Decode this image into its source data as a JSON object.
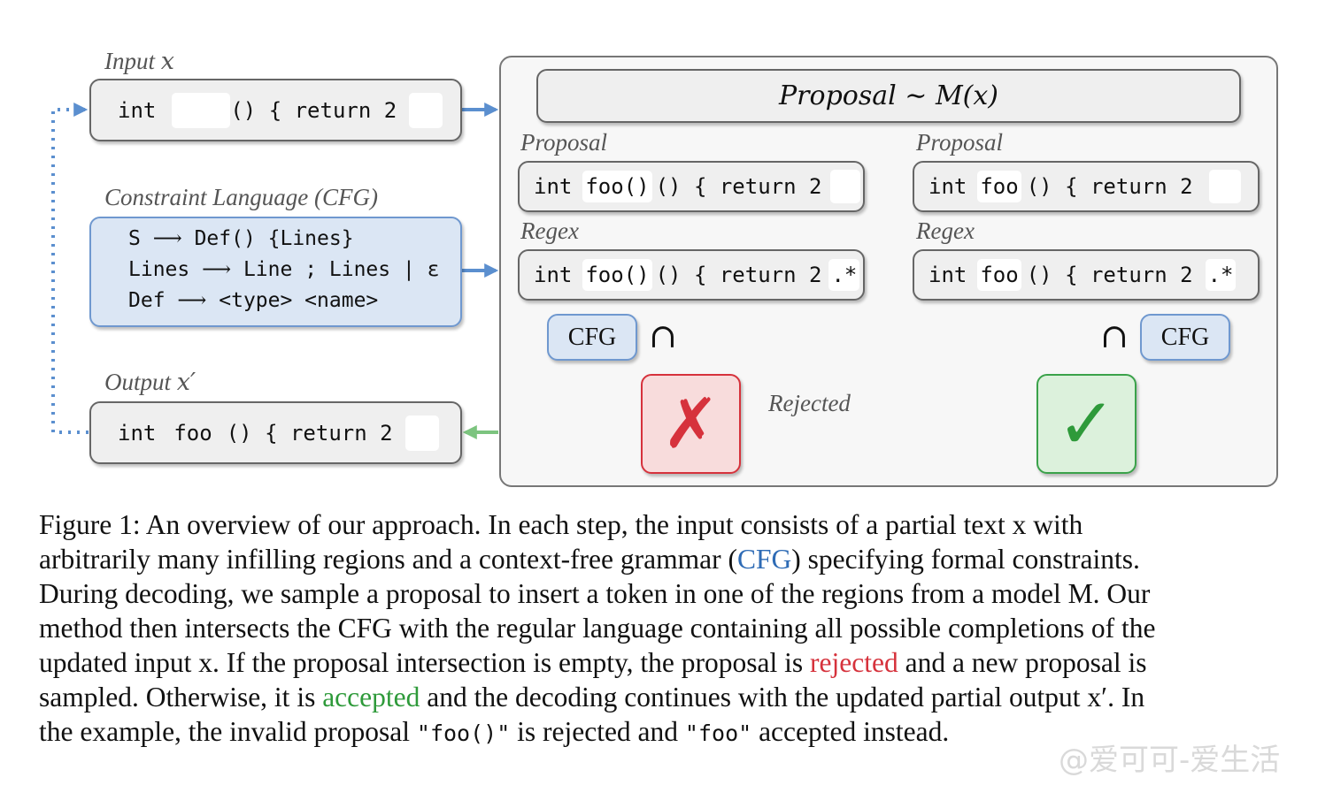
{
  "colors": {
    "blue": "#5b8fcf",
    "red": "#d6323c",
    "green": "#7cc47f",
    "panel_border": "#777777"
  },
  "left": {
    "input_label": "Input x",
    "input_box": {
      "t1": "int",
      "t2": "() { return 2"
    },
    "constraint_label": "Constraint Language (CFG)",
    "grammar": [
      {
        "lhs": "S",
        "rhs": "Def() {Lines}"
      },
      {
        "lhs": "Lines",
        "rhs": "Line ; Lines | ε"
      },
      {
        "lhs": "Def",
        "rhs": "<type> <name>"
      }
    ],
    "output_label": "Output x′",
    "output_box": {
      "t1": "int",
      "t2": "foo",
      "t3": "() { return 2"
    }
  },
  "panel": {
    "proposal_header": "Proposal ∼ M(x)",
    "rejected_col": {
      "proposal_label": "Proposal",
      "proposal": {
        "t1": "int",
        "t2": "foo()",
        "t3": "() { return 2"
      },
      "regex_label": "Regex",
      "regex": {
        "t1": "int",
        "t2": "foo()",
        "t3": "() { return 2",
        "t4": ".*"
      },
      "cfg": "CFG",
      "cap": "∩",
      "result": "✗",
      "result_label": "Rejected"
    },
    "accepted_col": {
      "proposal_label": "Proposal",
      "proposal": {
        "t1": "int",
        "t2": "foo",
        "t3": "() { return 2"
      },
      "regex_label": "Regex",
      "regex": {
        "t1": "int",
        "t2": "foo",
        "t3": "() { return 2",
        "t4": ".*"
      },
      "cfg": "CFG",
      "cap": "∩",
      "result": "✓"
    }
  },
  "caption": {
    "l1": "Figure 1:  An overview of our approach.  In each step, the input consists of a partial text x with",
    "l2a": "arbitrarily many infilling regions and a context-free grammar (",
    "l2b": "CFG",
    "l2c": ") specifying formal constraints.",
    "l3": "During decoding, we sample a proposal to insert a token in one of the regions from a model M. Our",
    "l4": "method then intersects the CFG with the regular language containing all possible completions of the",
    "l5a": "updated input x. If the proposal intersection is empty, the proposal is ",
    "l5b": "rejected",
    "l5c": " and a new proposal is",
    "l6a": "sampled. Otherwise, it is ",
    "l6b": "accepted",
    "l6c": " and the decoding continues with the updated partial output x′. In",
    "l7a": "the example, the invalid proposal ",
    "l7b": "\"foo()\"",
    "l7c": " is rejected and ",
    "l7d": "\"foo\"",
    "l7e": " accepted instead."
  },
  "watermark": "@爱可可-爱生活"
}
